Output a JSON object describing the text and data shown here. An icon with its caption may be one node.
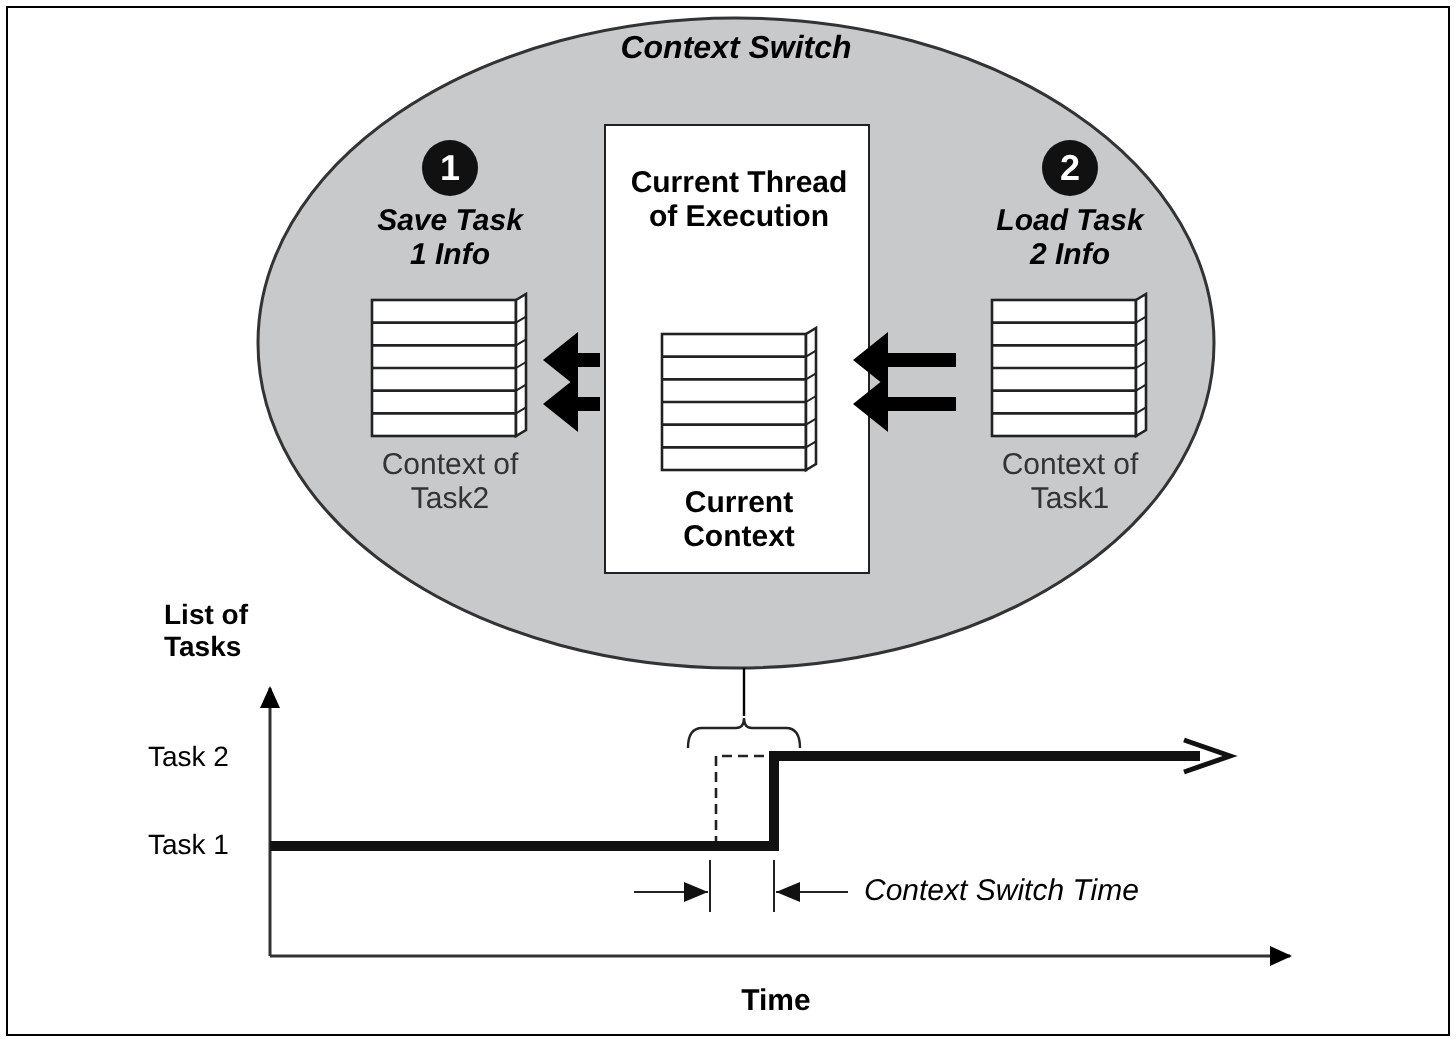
{
  "diagram": {
    "nodes": [
      {
        "text": [
          "Context Switch"
        ]
      },
      {
        "text": [
          "1",
          "Save Task 1 Info",
          "Context of Task2"
        ],
        "in": 0
      },
      {
        "text": [
          "Current Thread of Execution",
          "Current Context"
        ],
        "in": 0
      },
      {
        "text": [
          "2",
          "Load Task 2 Info",
          "Context of Task1"
        ],
        "in": 0
      },
      {
        "text": [],
        "shape": "bracket"
      }
    ],
    "edges": [
      {
        "from": 2,
        "to": 1,
        "arrow": "to"
      },
      {
        "from": 2,
        "to": 1,
        "arrow": "to"
      },
      {
        "from": 3,
        "to": 2,
        "arrow": "to"
      },
      {
        "from": 3,
        "to": 2,
        "arrow": "to"
      },
      {
        "from": 0,
        "to": 4,
        "arrow": "none"
      }
    ],
    "labels": [
      "List of Tasks",
      "Task 2",
      "Task 1",
      "Context Switch Time",
      "Time"
    ]
  }
}
